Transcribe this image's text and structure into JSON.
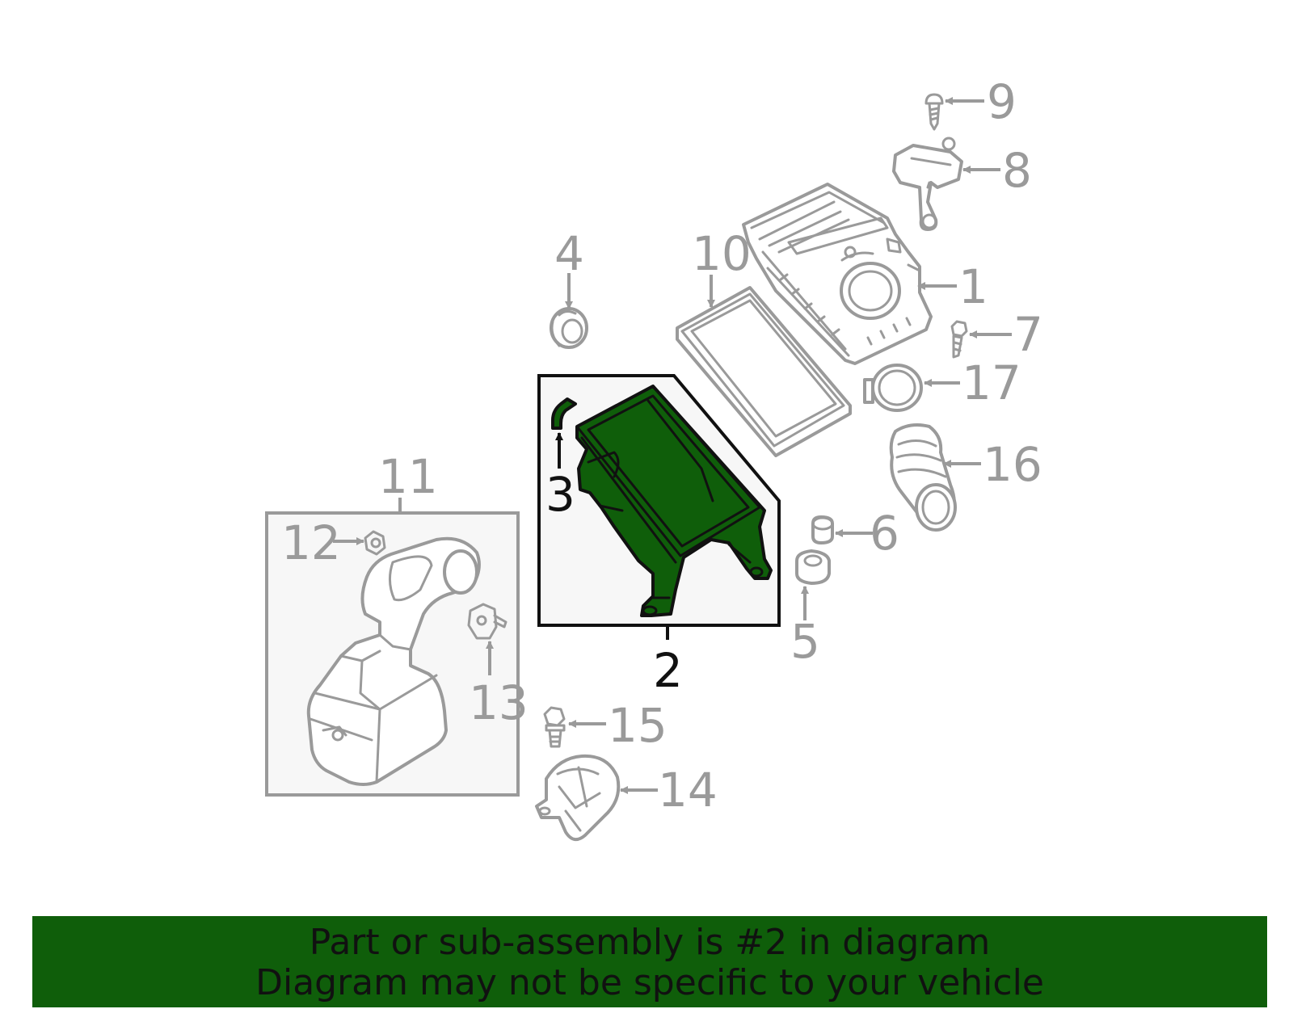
{
  "colors": {
    "highlight": "#0f5e0a",
    "part_stroke": "#9a9a9a",
    "selected_stroke": "#111111",
    "box_fill": "#f7f7f7"
  },
  "selected_part": "2",
  "callouts": {
    "c1": "1",
    "c2": "2",
    "c3": "3",
    "c4": "4",
    "c5": "5",
    "c6": "6",
    "c7": "7",
    "c8": "8",
    "c9": "9",
    "c10": "10",
    "c11": "11",
    "c12": "12",
    "c13": "13",
    "c14": "14",
    "c15": "15",
    "c16": "16",
    "c17": "17"
  },
  "banner": {
    "line1": "Part or sub-assembly is #2 in diagram",
    "line2": "Diagram may not be specific to your vehicle"
  }
}
